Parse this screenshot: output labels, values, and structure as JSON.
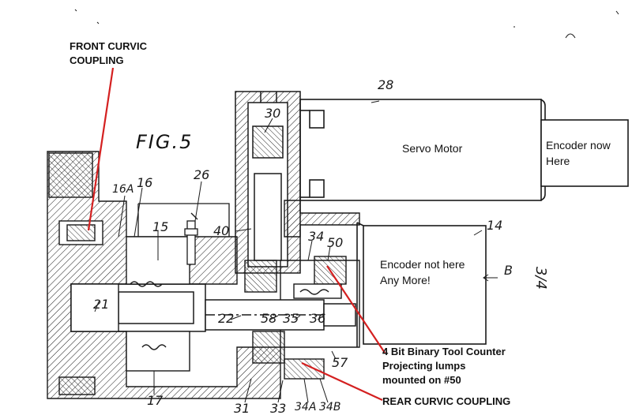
{
  "figure": {
    "title": "FIG.5"
  },
  "annotations": {
    "front_coupling": [
      "FRONT CURVIC",
      "COUPLING"
    ],
    "rear_coupling": "REAR CURVIC COUPLING",
    "tool_counter": [
      "4 Bit Binary Tool Counter",
      "Projecting lumps",
      "mounted on #50"
    ],
    "servo_motor": "Servo Motor",
    "encoder_now": [
      "Encoder now",
      "Here"
    ],
    "encoder_not": [
      "Encoder not here",
      "Any More!"
    ]
  },
  "reference_numerals": [
    "28",
    "30",
    "26",
    "16",
    "16A",
    "15",
    "40",
    "34",
    "50",
    "14",
    "B",
    "21",
    "22",
    "58",
    "35",
    "36",
    "57",
    "17",
    "31",
    "33",
    "34A",
    "34B",
    "3/4"
  ],
  "colors": {
    "annotation_line": "#d42020",
    "ink": "#1a1a1a",
    "paper": "#ffffff"
  }
}
